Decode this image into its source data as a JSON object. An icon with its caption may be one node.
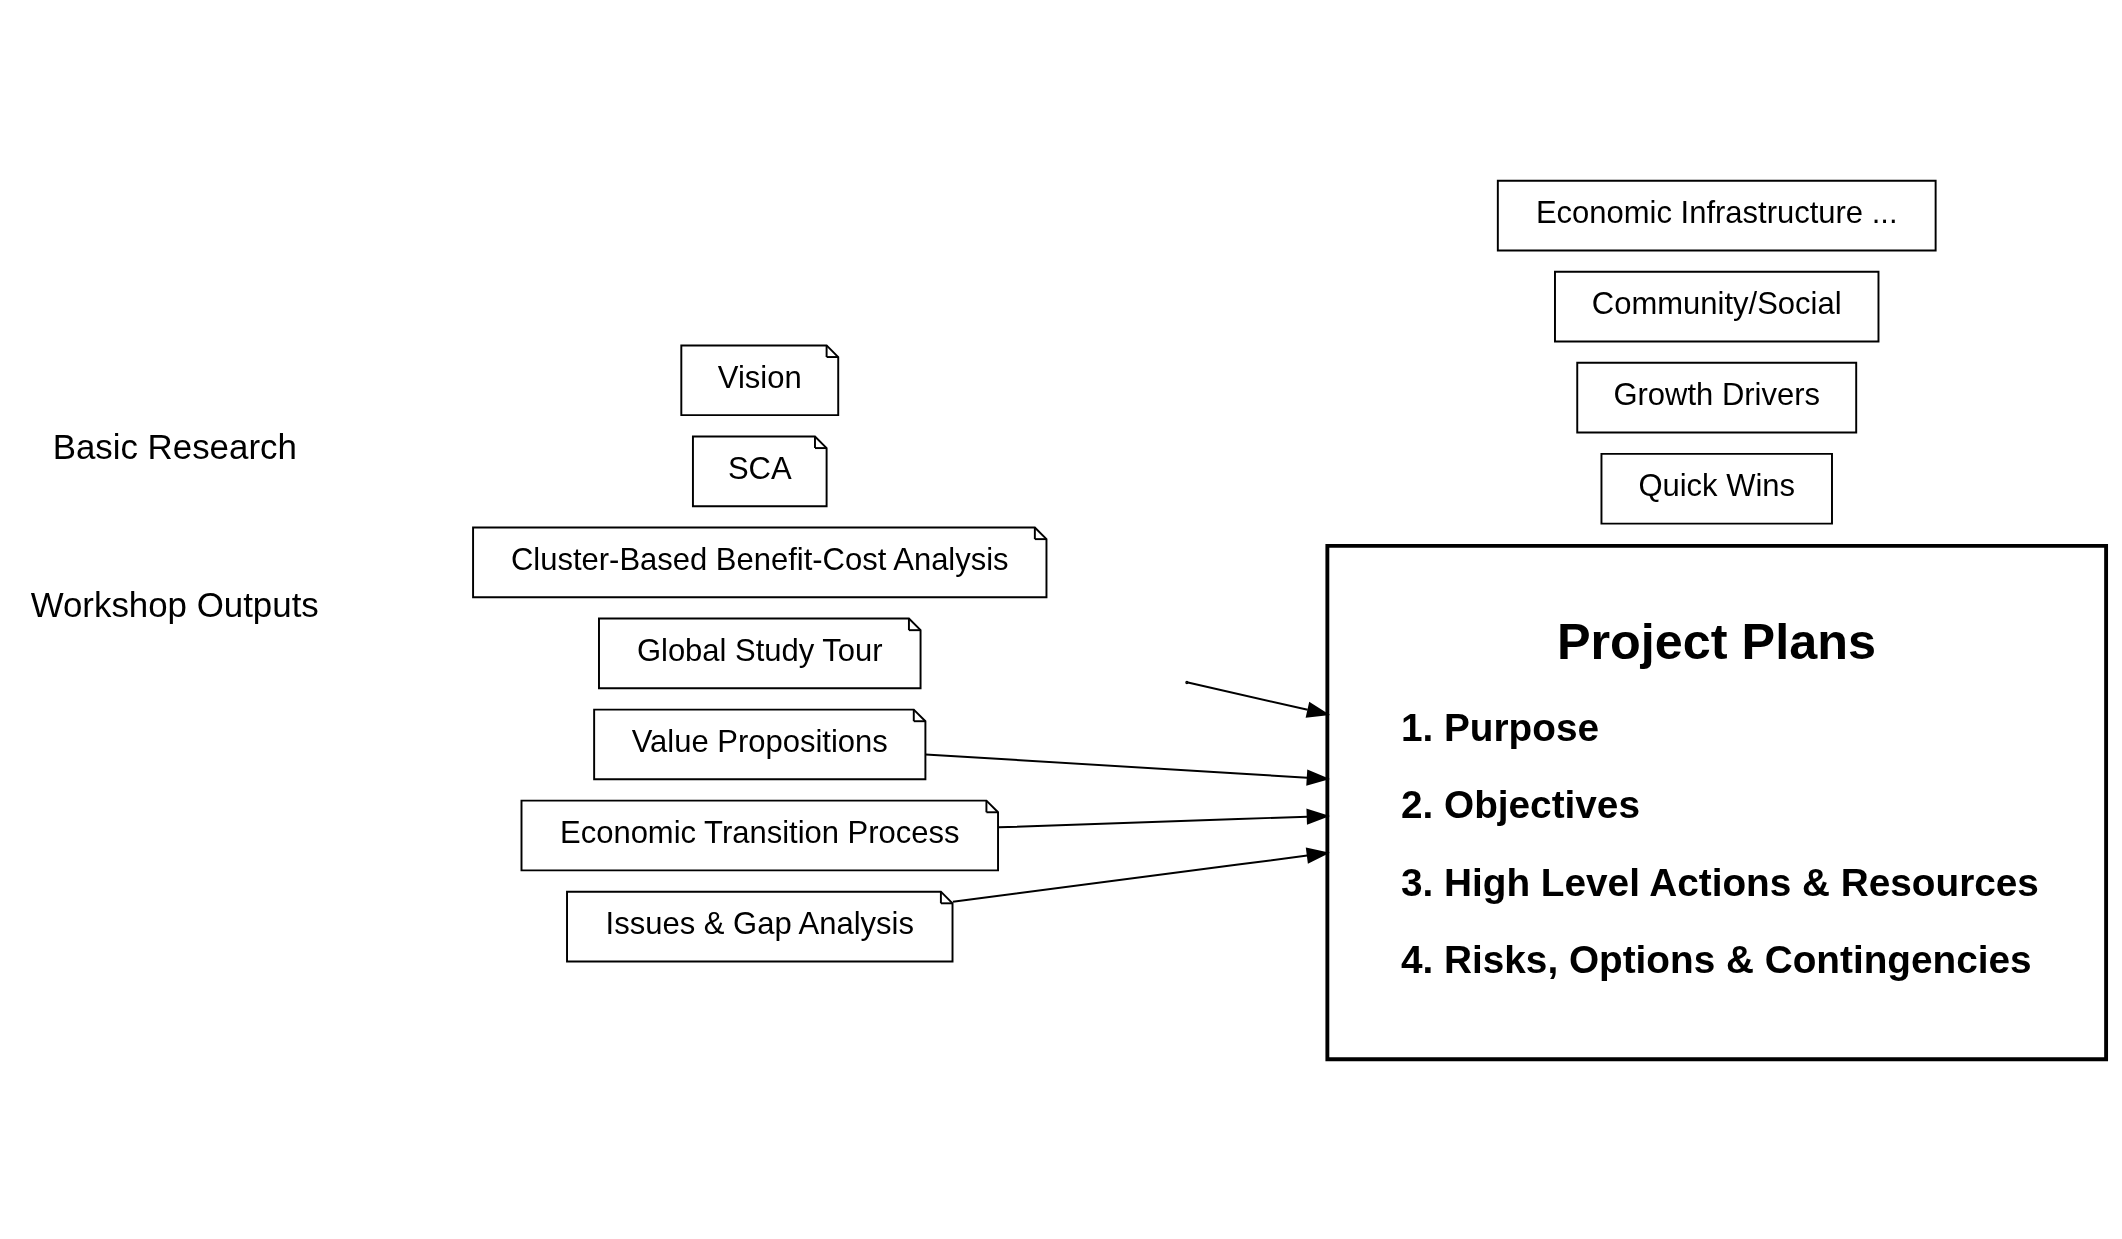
{
  "diagram": {
    "nodes": [
      {
        "text": [
          "Vision"
        ]
      },
      {
        "text": [
          "SCA"
        ]
      },
      {
        "text": [
          "Cluster-Based Benefit-Cost Analysis"
        ]
      },
      {
        "text": [
          "Global Study Tour"
        ]
      },
      {
        "text": [
          "Value Propositions"
        ]
      },
      {
        "text": [
          "Economic Transition Process"
        ]
      },
      {
        "text": [
          "Issues & Gap Analysis"
        ]
      },
      {
        "text": [
          "Economic Infrastructure ..."
        ]
      },
      {
        "text": [
          "Community/Social"
        ]
      },
      {
        "text": [
          "Growth Drivers"
        ]
      },
      {
        "text": [
          "Quick Wins"
        ]
      },
      {
        "text": [
          "Project Plans",
          "1. Purpose",
          "2. Objectives",
          "3. High Level Actions & Resources",
          "4. Risks, Options & Contingencies"
        ]
      }
    ],
    "edges": [
      {
        "from": null,
        "to": 11,
        "arrow": "to"
      },
      {
        "from": 4,
        "to": 11,
        "arrow": "to"
      },
      {
        "from": 5,
        "to": 11,
        "arrow": "to"
      },
      {
        "from": 6,
        "to": 11,
        "arrow": "to"
      }
    ],
    "labels": [
      "Basic Research",
      "Workshop Outputs"
    ]
  }
}
